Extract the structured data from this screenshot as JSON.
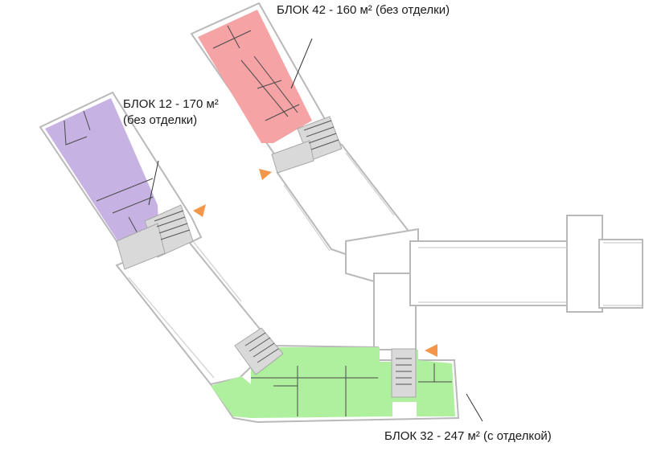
{
  "blocks": [
    {
      "id": "42",
      "line1": "БЛОК 42 - 160 м² (без отделки)",
      "color": "#f5a3a5"
    },
    {
      "id": "12",
      "line1": "БЛОК 12 - 170 м²",
      "line2": "(без отделки)",
      "color": "#c6b3e3"
    },
    {
      "id": "32",
      "line1": "БЛОК 32 - 247 м² (с отделкой)",
      "color": "#aef09e"
    }
  ],
  "colors": {
    "wall": "#b9b9b9",
    "stair": "#d9d9d9",
    "arrow": "#f4964a"
  }
}
